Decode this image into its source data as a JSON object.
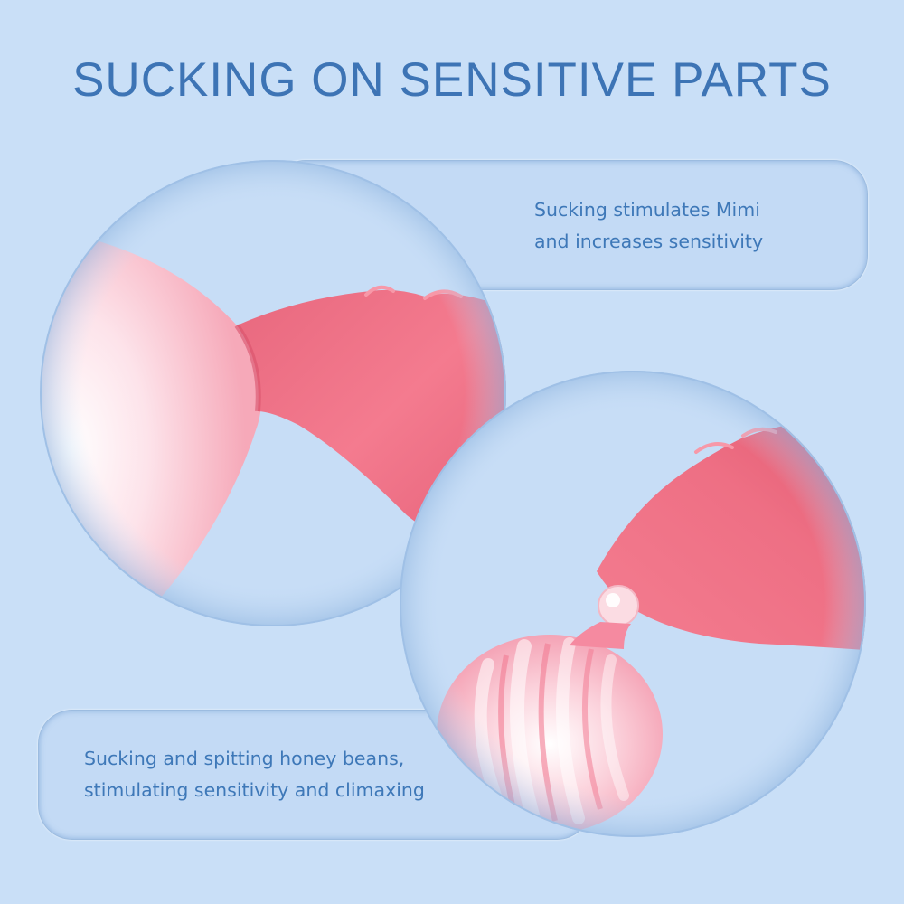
{
  "header": {
    "title": "SUCKING ON SENSITIVE PARTS"
  },
  "features": [
    {
      "lines": [
        "Sucking stimulates Mimi",
        "and increases sensitivity"
      ]
    },
    {
      "lines": [
        "Sucking and spitting honey beans,",
        "stimulating sensitivity and climaxing"
      ]
    }
  ],
  "colors": {
    "background": "#c9dff7",
    "title": "#3d74b5",
    "caption": "#3e78b8",
    "device_pink": "#f07a8d",
    "skin_pink": "#f9b6c3"
  }
}
